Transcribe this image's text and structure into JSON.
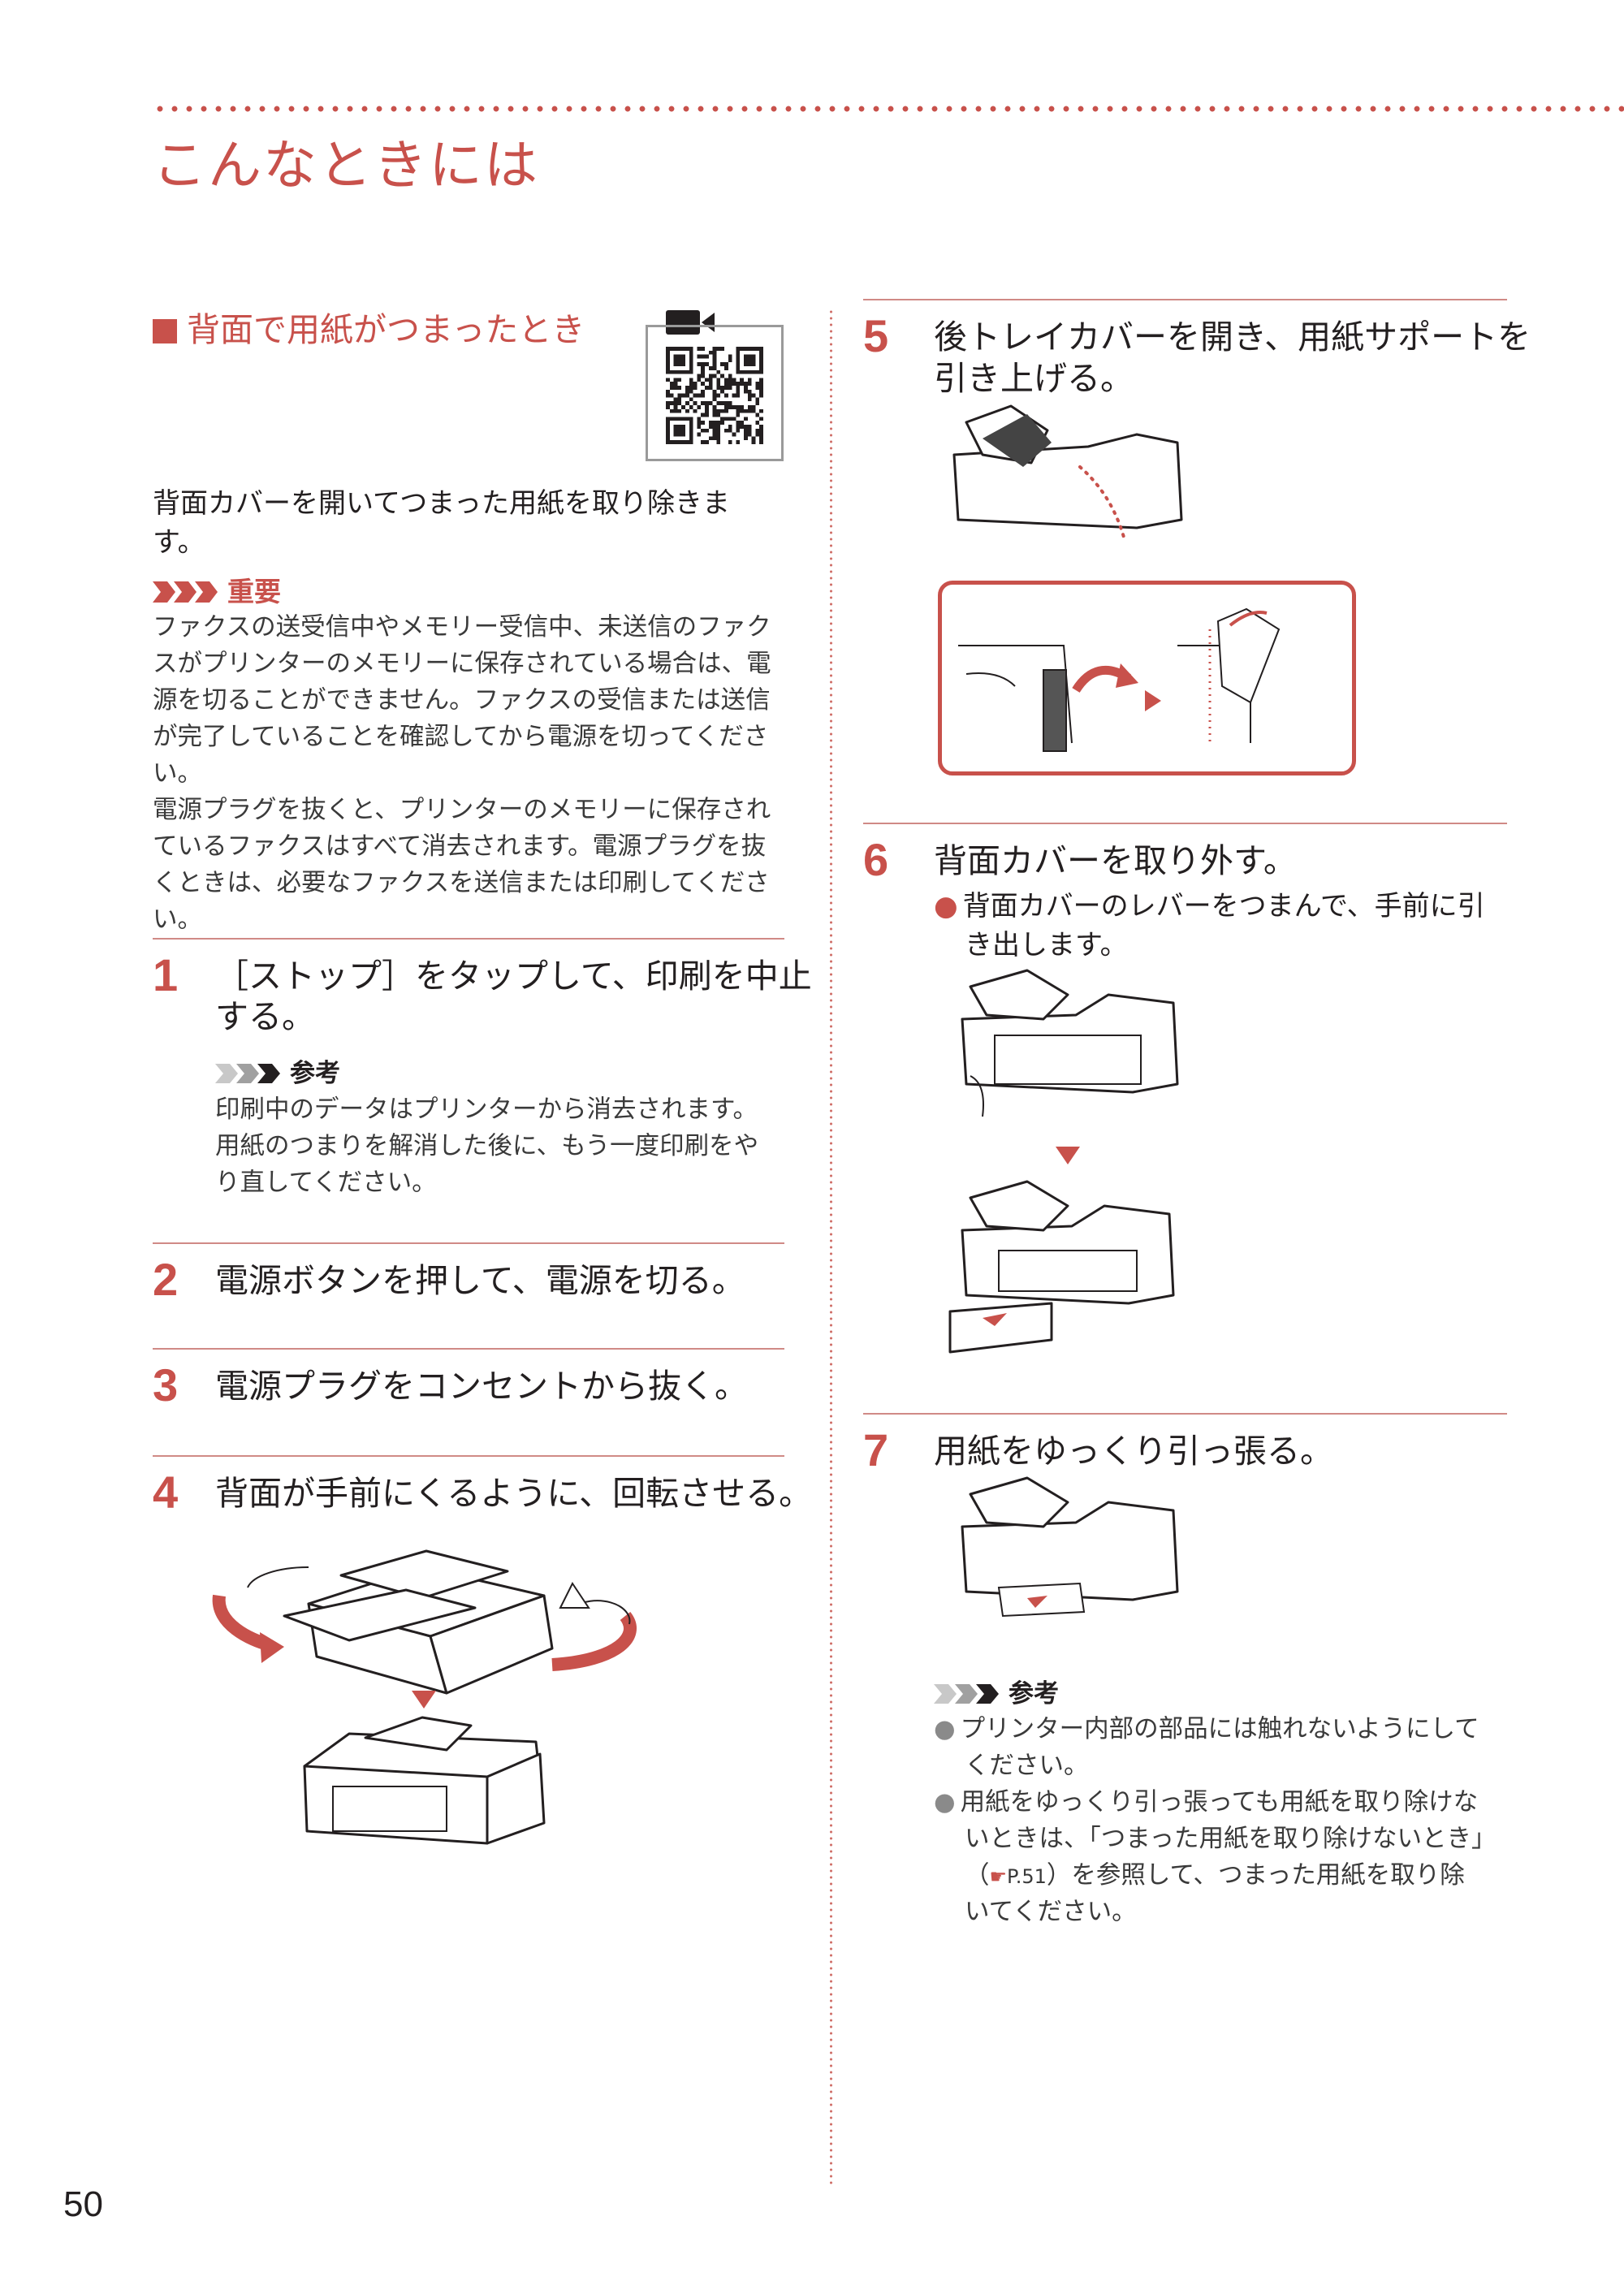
{
  "page": {
    "title": "こんなときには",
    "page_number": "50"
  },
  "section": {
    "heading": "背面で用紙がつまったとき",
    "intro_line1": "背面カバーを開いてつまった用紙を取り除きま",
    "intro_line2": "す。"
  },
  "important": {
    "label": "重要",
    "lines": [
      "ファクスの送受信中やメモリー受信中、未送信のファク",
      "スがプリンターのメモリーに保存されている場合は、電",
      "源を切ることができません。ファクスの受信または送信",
      "が完了していることを確認してから電源を切ってくださ",
      "い。",
      "電源プラグを抜くと、プリンターのメモリーに保存され",
      "ているファクスはすべて消去されます。電源プラグを抜",
      "くときは、必要なファクスを送信または印刷してくださ",
      "い。"
    ]
  },
  "steps": {
    "s1": {
      "num": "1",
      "line1": "［ストップ］をタップして、印刷を中止",
      "line2": "する。",
      "ref_label": "参考",
      "ref_lines": [
        "印刷中のデータはプリンターから消去されます。",
        "用紙のつまりを解消した後に、もう一度印刷をや",
        "り直してください。"
      ]
    },
    "s2": {
      "num": "2",
      "text": "電源ボタンを押して、電源を切る。"
    },
    "s3": {
      "num": "3",
      "text": "電源プラグをコンセントから抜く。"
    },
    "s4": {
      "num": "4",
      "text": "背面が手前にくるように、回転させる。"
    },
    "s5": {
      "num": "5",
      "line1": "後トレイカバーを開き、用紙サポートを",
      "line2": "引き上げる。"
    },
    "s6": {
      "num": "6",
      "text": "背面カバーを取り外す。",
      "bullet_line1": "背面カバーのレバーをつまんで、手前に引",
      "bullet_line2": "き出します。"
    },
    "s7": {
      "num": "7",
      "text": "用紙をゆっくり引っ張る。",
      "ref_label": "参考",
      "b1_line1": "プリンター内部の部品には触れないようにして",
      "b1_line2": "ください。",
      "b2_line1": "用紙をゆっくり引っ張っても用紙を取り除けな",
      "b2_line2": "いときは、「つまった用紙を取り除けないとき」",
      "b2_line3_a": "（",
      "b2_line3_ref": "P.51",
      "b2_line3_b": "）を参照して、つまった用紙を取り除",
      "b2_line4": "いてください。"
    }
  },
  "colors": {
    "accent": "#c8514b",
    "text": "#231f20",
    "rule": "#d08a86",
    "gray": "#8a8a8a"
  },
  "icons": [
    "video-camera-icon",
    "qr-code",
    "chevron-important-icon",
    "chevron-reference-icon",
    "down-arrow-icon",
    "right-arrow-icon",
    "pointing-hand-icon"
  ]
}
